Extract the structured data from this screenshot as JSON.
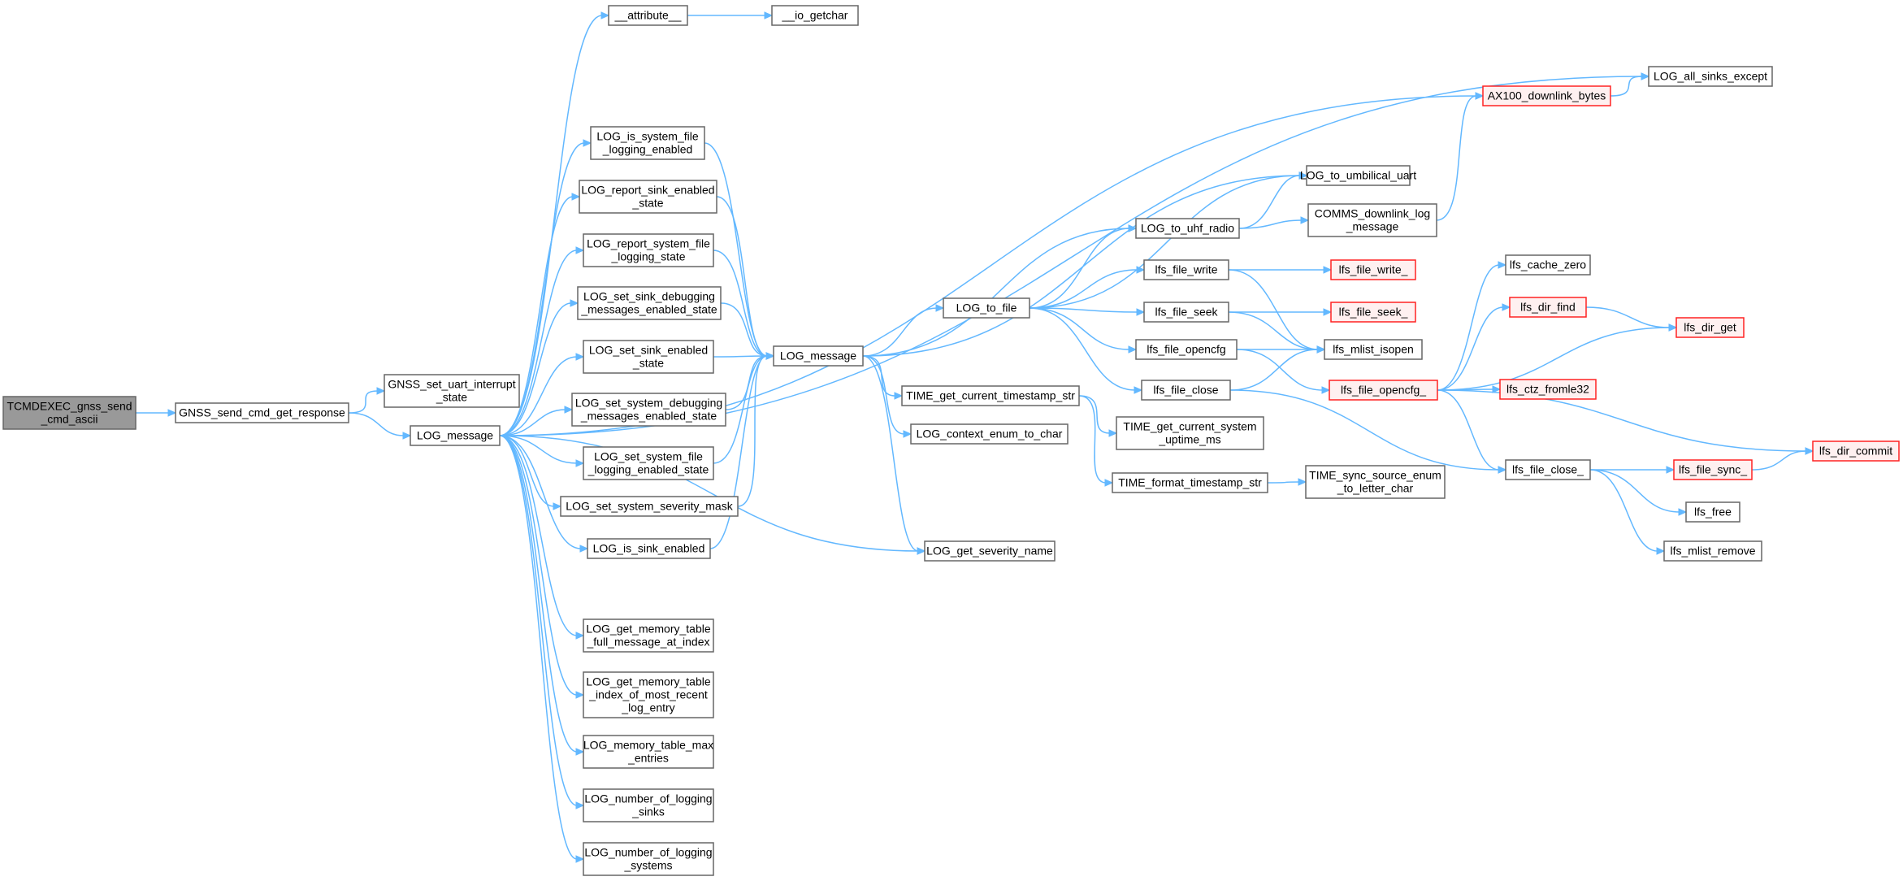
{
  "nodes": [
    {
      "id": "root",
      "lines": [
        "TCMDEXEC_gnss_send",
        "_cmd_ascii"
      ],
      "style": "root"
    },
    {
      "id": "gscgr",
      "lines": [
        "GNSS_send_cmd_get_response"
      ]
    },
    {
      "id": "gsuis",
      "lines": [
        "GNSS_set_uart_interrupt",
        "_state"
      ]
    },
    {
      "id": "logm1",
      "lines": [
        "LOG_message"
      ]
    },
    {
      "id": "attr",
      "lines": [
        "__attribute__"
      ]
    },
    {
      "id": "iogc",
      "lines": [
        "__io_getchar"
      ]
    },
    {
      "id": "lisfle",
      "lines": [
        "LOG_is_system_file",
        "_logging_enabled"
      ]
    },
    {
      "id": "lrses",
      "lines": [
        "LOG_report_sink_enabled",
        "_state"
      ]
    },
    {
      "id": "lrsfls",
      "lines": [
        "LOG_report_system_file",
        "_logging_state"
      ]
    },
    {
      "id": "lssdmes",
      "lines": [
        "LOG_set_sink_debugging",
        "_messages_enabled_state"
      ]
    },
    {
      "id": "lssesa",
      "lines": [
        "LOG_set_sink_enabled",
        "_state"
      ]
    },
    {
      "id": "lssydme",
      "lines": [
        "LOG_set_system_debugging",
        "_messages_enabled_state"
      ]
    },
    {
      "id": "lssfle",
      "lines": [
        "LOG_set_system_file",
        "_logging_enabled_state"
      ]
    },
    {
      "id": "lsssm",
      "lines": [
        "LOG_set_system_severity_mask"
      ]
    },
    {
      "id": "lise",
      "lines": [
        "LOG_is_sink_enabled"
      ]
    },
    {
      "id": "lgmtfm",
      "lines": [
        "LOG_get_memory_table",
        "_full_message_at_index"
      ]
    },
    {
      "id": "lgmtio",
      "lines": [
        "LOG_get_memory_table",
        "_index_of_most_recent",
        "_log_entry"
      ]
    },
    {
      "id": "lmtme",
      "lines": [
        "LOG_memory_table_max",
        "_entries"
      ]
    },
    {
      "id": "lnols",
      "lines": [
        "LOG_number_of_logging",
        "_sinks"
      ]
    },
    {
      "id": "lnolsy",
      "lines": [
        "LOG_number_of_logging",
        "_systems"
      ]
    },
    {
      "id": "logm2",
      "lines": [
        "LOG_message"
      ]
    },
    {
      "id": "ltf",
      "lines": [
        "LOG_to_file"
      ]
    },
    {
      "id": "tgcts",
      "lines": [
        "TIME_get_current_timestamp_str"
      ]
    },
    {
      "id": "lcetc",
      "lines": [
        "LOG_context_enum_to_char"
      ]
    },
    {
      "id": "lgsn",
      "lines": [
        "LOG_get_severity_name"
      ]
    },
    {
      "id": "ltuu",
      "lines": [
        "LOG_to_umbilical_uart"
      ]
    },
    {
      "id": "ltur",
      "lines": [
        "LOG_to_uhf_radio"
      ]
    },
    {
      "id": "cdlm",
      "lines": [
        "COMMS_downlink_log",
        "_message"
      ]
    },
    {
      "id": "axdb",
      "lines": [
        "AX100_downlink_bytes"
      ],
      "style": "red"
    },
    {
      "id": "lase",
      "lines": [
        "LOG_all_sinks_except"
      ]
    },
    {
      "id": "lffw",
      "lines": [
        "lfs_file_write"
      ]
    },
    {
      "id": "lffwu",
      "lines": [
        "lfs_file_write_"
      ],
      "style": "red"
    },
    {
      "id": "lffs",
      "lines": [
        "lfs_file_seek"
      ]
    },
    {
      "id": "lffsu",
      "lines": [
        "lfs_file_seek_"
      ],
      "style": "red"
    },
    {
      "id": "lfmi",
      "lines": [
        "lfs_mlist_isopen"
      ]
    },
    {
      "id": "lffo",
      "lines": [
        "lfs_file_opencfg"
      ]
    },
    {
      "id": "lffou",
      "lines": [
        "lfs_file_opencfg_"
      ],
      "style": "red"
    },
    {
      "id": "lffc",
      "lines": [
        "lfs_file_close"
      ]
    },
    {
      "id": "lffcu",
      "lines": [
        "lfs_file_close_"
      ]
    },
    {
      "id": "tgcsum",
      "lines": [
        "TIME_get_current_system",
        "_uptime_ms"
      ]
    },
    {
      "id": "tfts",
      "lines": [
        "TIME_format_timestamp_str"
      ]
    },
    {
      "id": "tsse",
      "lines": [
        "TIME_sync_source_enum",
        "_to_letter_char"
      ]
    },
    {
      "id": "lcz",
      "lines": [
        "lfs_cache_zero"
      ]
    },
    {
      "id": "ldf",
      "lines": [
        "lfs_dir_find"
      ],
      "style": "red"
    },
    {
      "id": "ldg",
      "lines": [
        "lfs_dir_get"
      ],
      "style": "red"
    },
    {
      "id": "lcf",
      "lines": [
        "lfs_ctz_fromle32"
      ],
      "style": "red"
    },
    {
      "id": "ldc",
      "lines": [
        "lfs_dir_commit"
      ],
      "style": "red"
    },
    {
      "id": "lffsy",
      "lines": [
        "lfs_file_sync_"
      ],
      "style": "red"
    },
    {
      "id": "lfree",
      "lines": [
        "lfs_free"
      ]
    },
    {
      "id": "lmr",
      "lines": [
        "lfs_mlist_remove"
      ]
    }
  ],
  "edges": [
    [
      "root",
      "gscgr"
    ],
    [
      "gscgr",
      "gsuis"
    ],
    [
      "gscgr",
      "logm1"
    ],
    [
      "logm1",
      "attr"
    ],
    [
      "attr",
      "iogc"
    ],
    [
      "logm1",
      "lase"
    ],
    [
      "logm1",
      "axdb"
    ],
    [
      "axdb",
      "lase"
    ],
    [
      "logm1",
      "lisfle"
    ],
    [
      "logm1",
      "lrses"
    ],
    [
      "logm1",
      "lrsfls"
    ],
    [
      "logm1",
      "lssdmes"
    ],
    [
      "logm1",
      "lssesa"
    ],
    [
      "logm1",
      "lssydme"
    ],
    [
      "logm1",
      "lssfle"
    ],
    [
      "logm1",
      "lsssm"
    ],
    [
      "logm1",
      "lise"
    ],
    [
      "logm1",
      "lgsn"
    ],
    [
      "logm1",
      "lgmtfm"
    ],
    [
      "logm1",
      "lgmtio"
    ],
    [
      "logm1",
      "lmtme"
    ],
    [
      "logm1",
      "lnols"
    ],
    [
      "logm1",
      "lnolsy"
    ],
    [
      "lisfle",
      "logm2"
    ],
    [
      "lrses",
      "logm2"
    ],
    [
      "lrsfls",
      "logm2"
    ],
    [
      "lssdmes",
      "logm2"
    ],
    [
      "lssesa",
      "logm2"
    ],
    [
      "lssydme",
      "logm2"
    ],
    [
      "lssfle",
      "logm2"
    ],
    [
      "lsssm",
      "logm2"
    ],
    [
      "lise",
      "logm2"
    ],
    [
      "logm2",
      "ltuu"
    ],
    [
      "logm2",
      "ltur"
    ],
    [
      "logm2",
      "ltf"
    ],
    [
      "logm2",
      "tgcts"
    ],
    [
      "logm2",
      "lcetc"
    ],
    [
      "logm2",
      "lgsn"
    ],
    [
      "ltf",
      "ltuu"
    ],
    [
      "ltf",
      "ltur"
    ],
    [
      "ltf",
      "lffw"
    ],
    [
      "ltf",
      "lffs"
    ],
    [
      "ltf",
      "lffo"
    ],
    [
      "ltf",
      "lffc"
    ],
    [
      "ltur",
      "ltuu"
    ],
    [
      "ltur",
      "cdlm"
    ],
    [
      "cdlm",
      "axdb"
    ],
    [
      "lffw",
      "lffwu"
    ],
    [
      "lffw",
      "lfmi"
    ],
    [
      "lffs",
      "lffsu"
    ],
    [
      "lffs",
      "lfmi"
    ],
    [
      "lffo",
      "lfmi"
    ],
    [
      "lffo",
      "lffou"
    ],
    [
      "lffc",
      "lfmi"
    ],
    [
      "lffc",
      "lffcu"
    ],
    [
      "tgcts",
      "tgcsum"
    ],
    [
      "tgcts",
      "tfts"
    ],
    [
      "tfts",
      "tsse"
    ],
    [
      "lffou",
      "lcz"
    ],
    [
      "lffou",
      "ldf"
    ],
    [
      "lffou",
      "ldg"
    ],
    [
      "lffou",
      "lcf"
    ],
    [
      "lffou",
      "ldc"
    ],
    [
      "lffou",
      "lffcu"
    ],
    [
      "ldf",
      "ldg"
    ],
    [
      "lffcu",
      "lffsy"
    ],
    [
      "lffcu",
      "lfree"
    ],
    [
      "lffcu",
      "lmr"
    ],
    [
      "lffsy",
      "ldc"
    ]
  ]
}
